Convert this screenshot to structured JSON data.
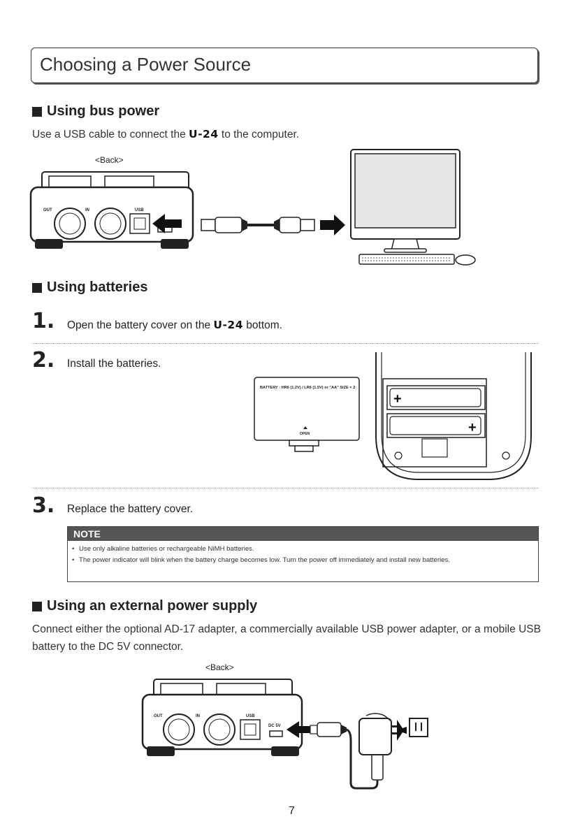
{
  "title": "Choosing a Power Source",
  "sections": {
    "bus": {
      "heading": "Using bus power",
      "text_before": "Use a USB cable to connect the ",
      "brand": "U-24",
      "text_after": " to the computer.",
      "back_label": "<Back>"
    },
    "batteries": {
      "heading": "Using batteries",
      "steps": [
        {
          "num": "1.",
          "text_before": "Open the battery cover on the ",
          "brand": "U-24",
          "text_after": " bottom."
        },
        {
          "num": "2.",
          "text": "Install the batteries."
        },
        {
          "num": "3.",
          "text": "Replace the battery cover."
        }
      ],
      "cover_label": "BATTERY : HR6 (1.2V) / LR6 (1.5V) or \"AA\" SIZE × 2",
      "open_label": "OPEN"
    },
    "note": {
      "heading": "NOTE",
      "items": [
        "Use only alkaline batteries or rechargeable NiMH batteries.",
        "The power indicator will blink when the battery charge becomes low. Turn the power off immediately and install new batteries."
      ]
    },
    "external": {
      "heading": "Using an external power supply",
      "text": "Connect either the optional AD-17 adapter, a commercially available USB power adapter, or a mobile USB battery to the DC 5V connector.",
      "back_label": "<Back>"
    }
  },
  "device_labels": {
    "out": "OUT",
    "in": "IN",
    "usb": "USB",
    "dc5v": "DC 5V"
  },
  "page_number": "7"
}
